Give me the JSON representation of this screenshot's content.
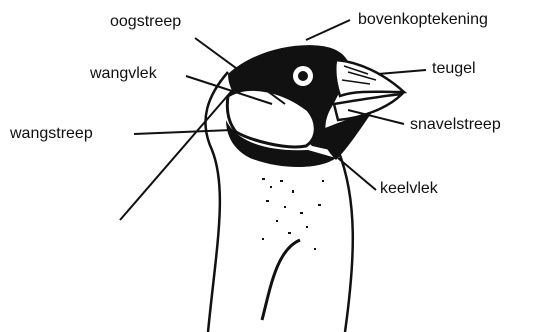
{
  "labels": {
    "oogstreep": "oogstreep",
    "bovenkoptekening": "bovenkoptekening",
    "wangvlek": "wangvlek",
    "teugel": "teugel",
    "wangstreep": "wangstreep",
    "snavelstreep": "snavelstreep",
    "keelvlek": "keelvlek"
  },
  "colors": {
    "ink": "#111111",
    "paper": "#ffffff"
  }
}
